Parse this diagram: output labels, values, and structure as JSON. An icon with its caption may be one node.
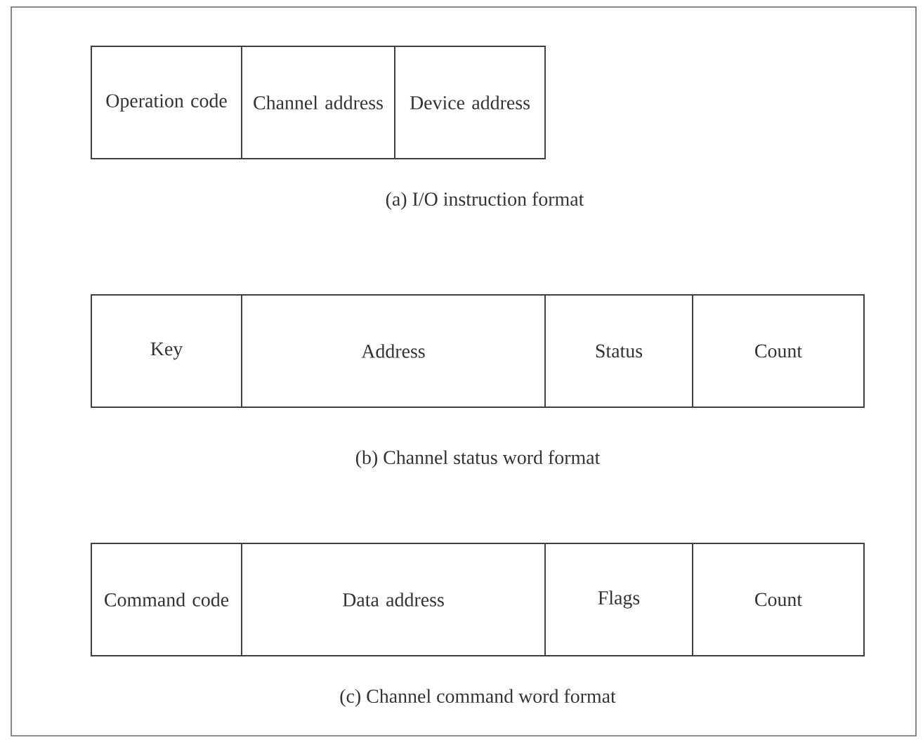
{
  "diagram": {
    "nodes": [
      {
        "text": [
          "Operation code"
        ]
      },
      {
        "text": [
          "Channel address"
        ]
      },
      {
        "text": [
          "Device address"
        ]
      },
      {
        "text": [
          "Key"
        ]
      },
      {
        "text": [
          "Address"
        ]
      },
      {
        "text": [
          "Status"
        ]
      },
      {
        "text": [
          "Count"
        ]
      },
      {
        "text": [
          "Command code"
        ]
      },
      {
        "text": [
          "Data address"
        ]
      },
      {
        "text": [
          "Flags"
        ]
      },
      {
        "text": [
          "Count"
        ]
      }
    ],
    "labels": [
      "(a)   I/O instruction format",
      "(b)   Channel status word format",
      "(c)   Channel command word format"
    ]
  }
}
